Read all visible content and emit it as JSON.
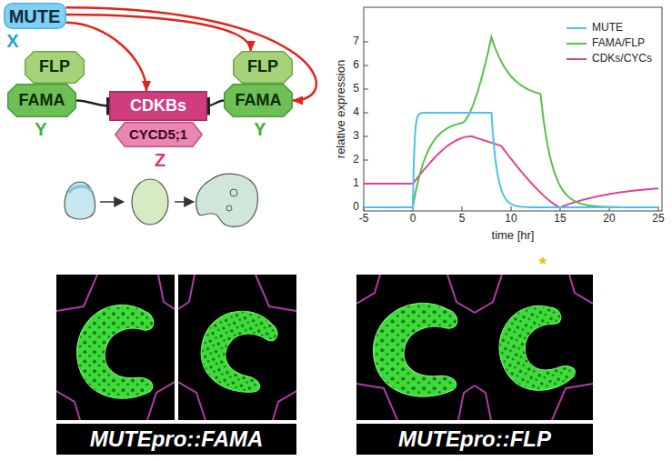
{
  "diagram": {
    "nodes": [
      {
        "text": [
          "MUTE"
        ]
      },
      {
        "text": [
          "FLP"
        ]
      },
      {
        "text": [
          "FAMA"
        ]
      },
      {
        "text": [
          "CDKBs"
        ]
      },
      {
        "text": [
          "CYCD5;1"
        ]
      },
      {
        "text": [
          "FLP"
        ]
      },
      {
        "text": [
          "FAMA"
        ]
      }
    ],
    "edges": [
      {
        "from": 0,
        "to": 3,
        "arrow": "to"
      },
      {
        "from": 0,
        "to": 5,
        "arrow": "to"
      },
      {
        "from": 0,
        "to": 6,
        "arrow": "to"
      },
      {
        "from": 2,
        "to": 3,
        "arrow": "to"
      },
      {
        "from": 6,
        "to": 3,
        "arrow": "to"
      }
    ],
    "labels": [
      "X",
      "Y",
      "Y",
      "Z",
      "0",
      "1",
      "2",
      "3",
      "4",
      "5",
      "6",
      "7",
      "-5",
      "0",
      "5",
      "10",
      "15",
      "20",
      "25",
      "relative expression",
      "time [hr]",
      "MUTEpro::FAMA",
      "MUTEpro::FLP",
      "*"
    ],
    "legend": [
      {
        "text": "MUTE"
      },
      {
        "text": "FAMA/FLP"
      },
      {
        "text": "CDKs/CYCs"
      }
    ]
  }
}
